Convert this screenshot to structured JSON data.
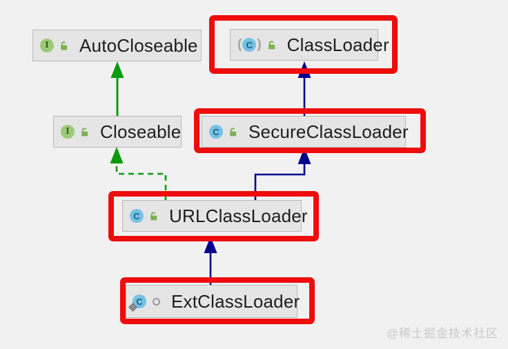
{
  "page": {
    "background": "#f1f1f1",
    "watermark": "@稀土掘金技术社区"
  },
  "diagram": {
    "type": "class-hierarchy-uml",
    "colors": {
      "node_fill": "#e5e5e5",
      "node_border": "#b9b9b9",
      "highlight_red": "#ee0c0c",
      "interface_edge_green": "#0b9a0b",
      "class_edge_navy": "#00008f",
      "interface_icon_green": "#9cc978",
      "class_icon_blue": "#74c1e4",
      "lock_icon_green": "#7cb152",
      "label_text": "#1d1d1d",
      "watermark_text": "#c9c9c9"
    },
    "icon_letters": {
      "interface": "I",
      "class": "C"
    },
    "abstract_parens": {
      "left": "(",
      "right": ")"
    },
    "nodes": [
      {
        "label": "AutoCloseable",
        "kind": "interface",
        "highlighted": false
      },
      {
        "label": "ClassLoader",
        "kind": "abstract-class",
        "highlighted": true
      },
      {
        "label": "Closeable",
        "kind": "interface",
        "highlighted": false
      },
      {
        "label": "SecureClassLoader",
        "kind": "class",
        "highlighted": true
      },
      {
        "label": "URLClassLoader",
        "kind": "class",
        "highlighted": true
      },
      {
        "label": "ExtClassLoader",
        "kind": "nested-class",
        "highlighted": true
      }
    ],
    "edges": [
      {
        "from": "Closeable",
        "to": "AutoCloseable",
        "relation": "extends",
        "line": "solid",
        "color": "green"
      },
      {
        "from": "SecureClassLoader",
        "to": "ClassLoader",
        "relation": "extends",
        "line": "solid",
        "color": "navy"
      },
      {
        "from": "URLClassLoader",
        "to": "Closeable",
        "relation": "implements",
        "line": "dashed",
        "color": "green"
      },
      {
        "from": "URLClassLoader",
        "to": "SecureClassLoader",
        "relation": "extends",
        "line": "solid",
        "color": "navy"
      },
      {
        "from": "ExtClassLoader",
        "to": "URLClassLoader",
        "relation": "extends",
        "line": "solid",
        "color": "navy"
      }
    ]
  }
}
